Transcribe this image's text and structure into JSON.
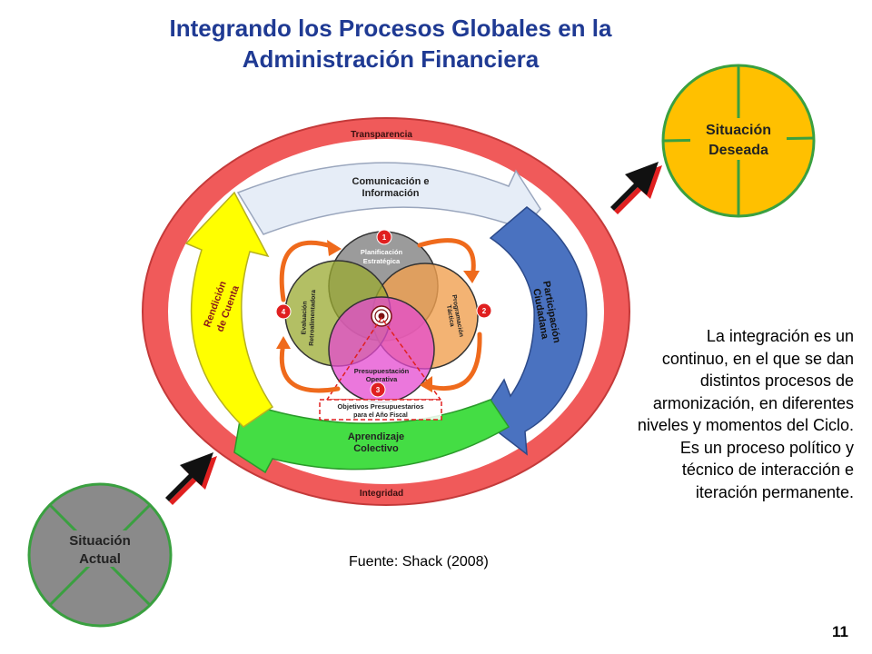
{
  "title": {
    "line1": "Integrando los Procesos Globales en la",
    "line2": "Administración Financiera"
  },
  "outer_ring": {
    "top_label": "Transparencia",
    "bottom_label": "Integridad"
  },
  "arrows": {
    "top": {
      "line1": "Comunicación e",
      "line2": "Información"
    },
    "right": {
      "line1": "Participación",
      "line2": "Ciudadana"
    },
    "bottom": {
      "line1": "Aprendizaje",
      "line2": "Colectivo"
    },
    "left": {
      "line1": "Rendición",
      "line2": "de Cuenta"
    }
  },
  "cycle": {
    "top": {
      "number": "1",
      "line1": "Planificación",
      "line2": "Estratégica"
    },
    "right": {
      "number": "2",
      "line1": "Programación",
      "line2": "Táctica"
    },
    "bottom": {
      "number": "3",
      "line1": "Presupuestación",
      "line2": "Operativa"
    },
    "left": {
      "number": "4",
      "line1": "Evaluación",
      "line2": "Retroalimentadora"
    },
    "objectives": {
      "line1": "Objetivos Presupuestarios",
      "line2": "para el Año Fiscal"
    }
  },
  "states": {
    "desired": {
      "line1": "Situación",
      "line2": "Deseada"
    },
    "current": {
      "line1": "Situación",
      "line2": "Actual"
    }
  },
  "side_text": "La integración es un continuo, en el que se dan distintos procesos de armonización, en diferentes niveles y momentos del Ciclo. Es un proceso político y técnico de interacción e iteración permanente.",
  "source": "Fuente: Shack (2008)",
  "page_number": "11",
  "colors": {
    "title": "#1f3a93",
    "outer_ring": "#f05a5a",
    "top_arrow": "#e6edf7",
    "right_arrow": "#4a72c0",
    "bottom_arrow": "#44dd44",
    "left_arrow": "#ffff00",
    "circle_top": "#8a8a8a",
    "circle_right": "#f0a050",
    "circle_bottom": "#e44ad0",
    "circle_left": "#9aaa30",
    "orange_arrows": "#ef6a1c",
    "desired_fill": "#ffc000",
    "desired_lines": "#3aa040",
    "current_fill": "#8a8a8a",
    "current_lines": "#3aa040",
    "big_arrow": "#e02020"
  }
}
